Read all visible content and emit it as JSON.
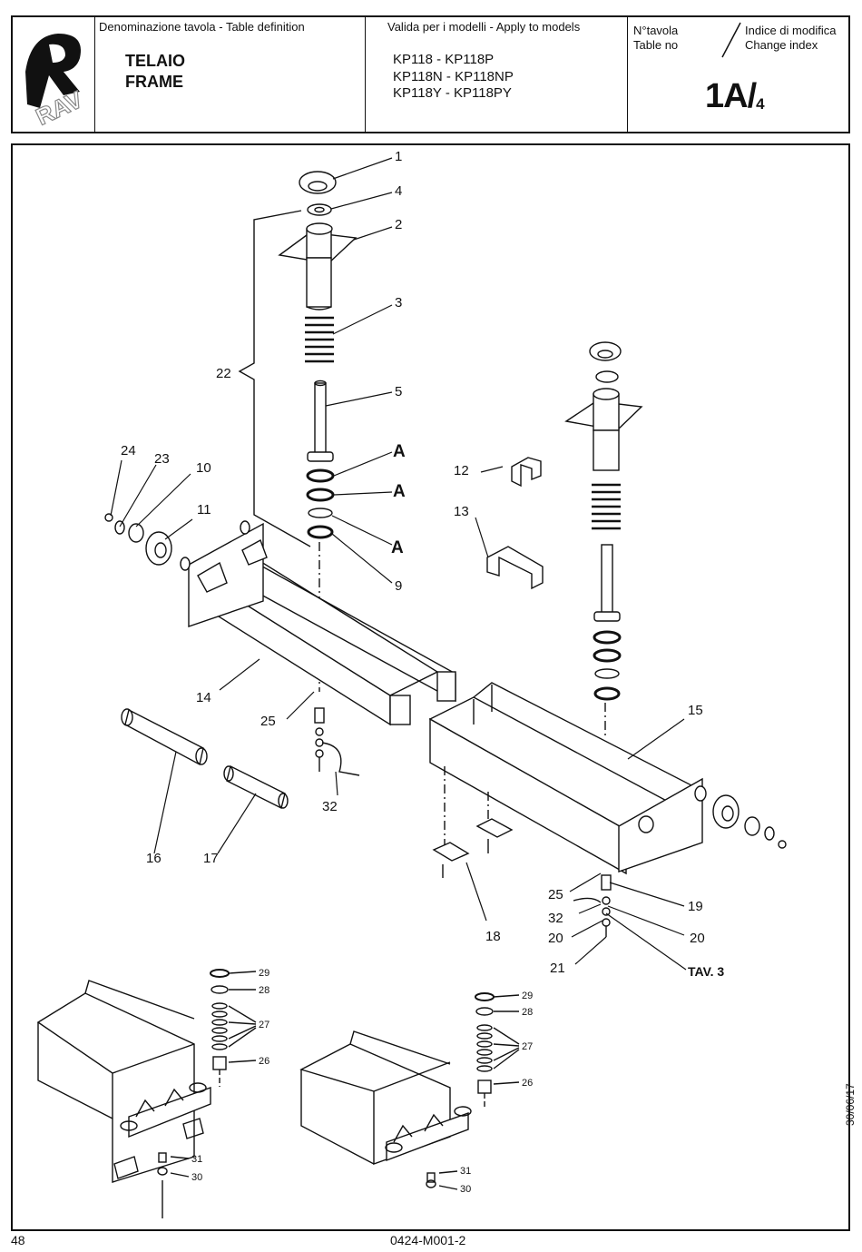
{
  "header": {
    "definition_label": "Denominazione tavola - Table definition",
    "title_it": "TELAIO",
    "title_en": "FRAME",
    "models_label": "Valida per i modelli - Apply to models",
    "models": [
      "KP118 - KP118P",
      "KP118N - KP118NP",
      "KP118Y - KP118PY"
    ],
    "table_no_it": "N°tavola",
    "table_no_en": "Table no",
    "change_it": "Indice di modifica",
    "change_en": "Change index",
    "table_number": "1A/",
    "table_sub": "4",
    "logo_text": "RAV"
  },
  "callouts": [
    "1",
    "4",
    "2",
    "3",
    "22",
    "5",
    "A",
    "A",
    "A",
    "9",
    "24",
    "23",
    "10",
    "11",
    "12",
    "13",
    "14",
    "25",
    "32",
    "15",
    "16",
    "17",
    "25",
    "19",
    "32",
    "20",
    "20",
    "21",
    "18",
    "TAV. 3",
    "29",
    "28",
    "27",
    "26",
    "31",
    "30",
    "29",
    "28",
    "27",
    "26",
    "31",
    "30"
  ],
  "footer": {
    "page": "48",
    "code": "0424-M001-2",
    "date": "30/06/17"
  }
}
